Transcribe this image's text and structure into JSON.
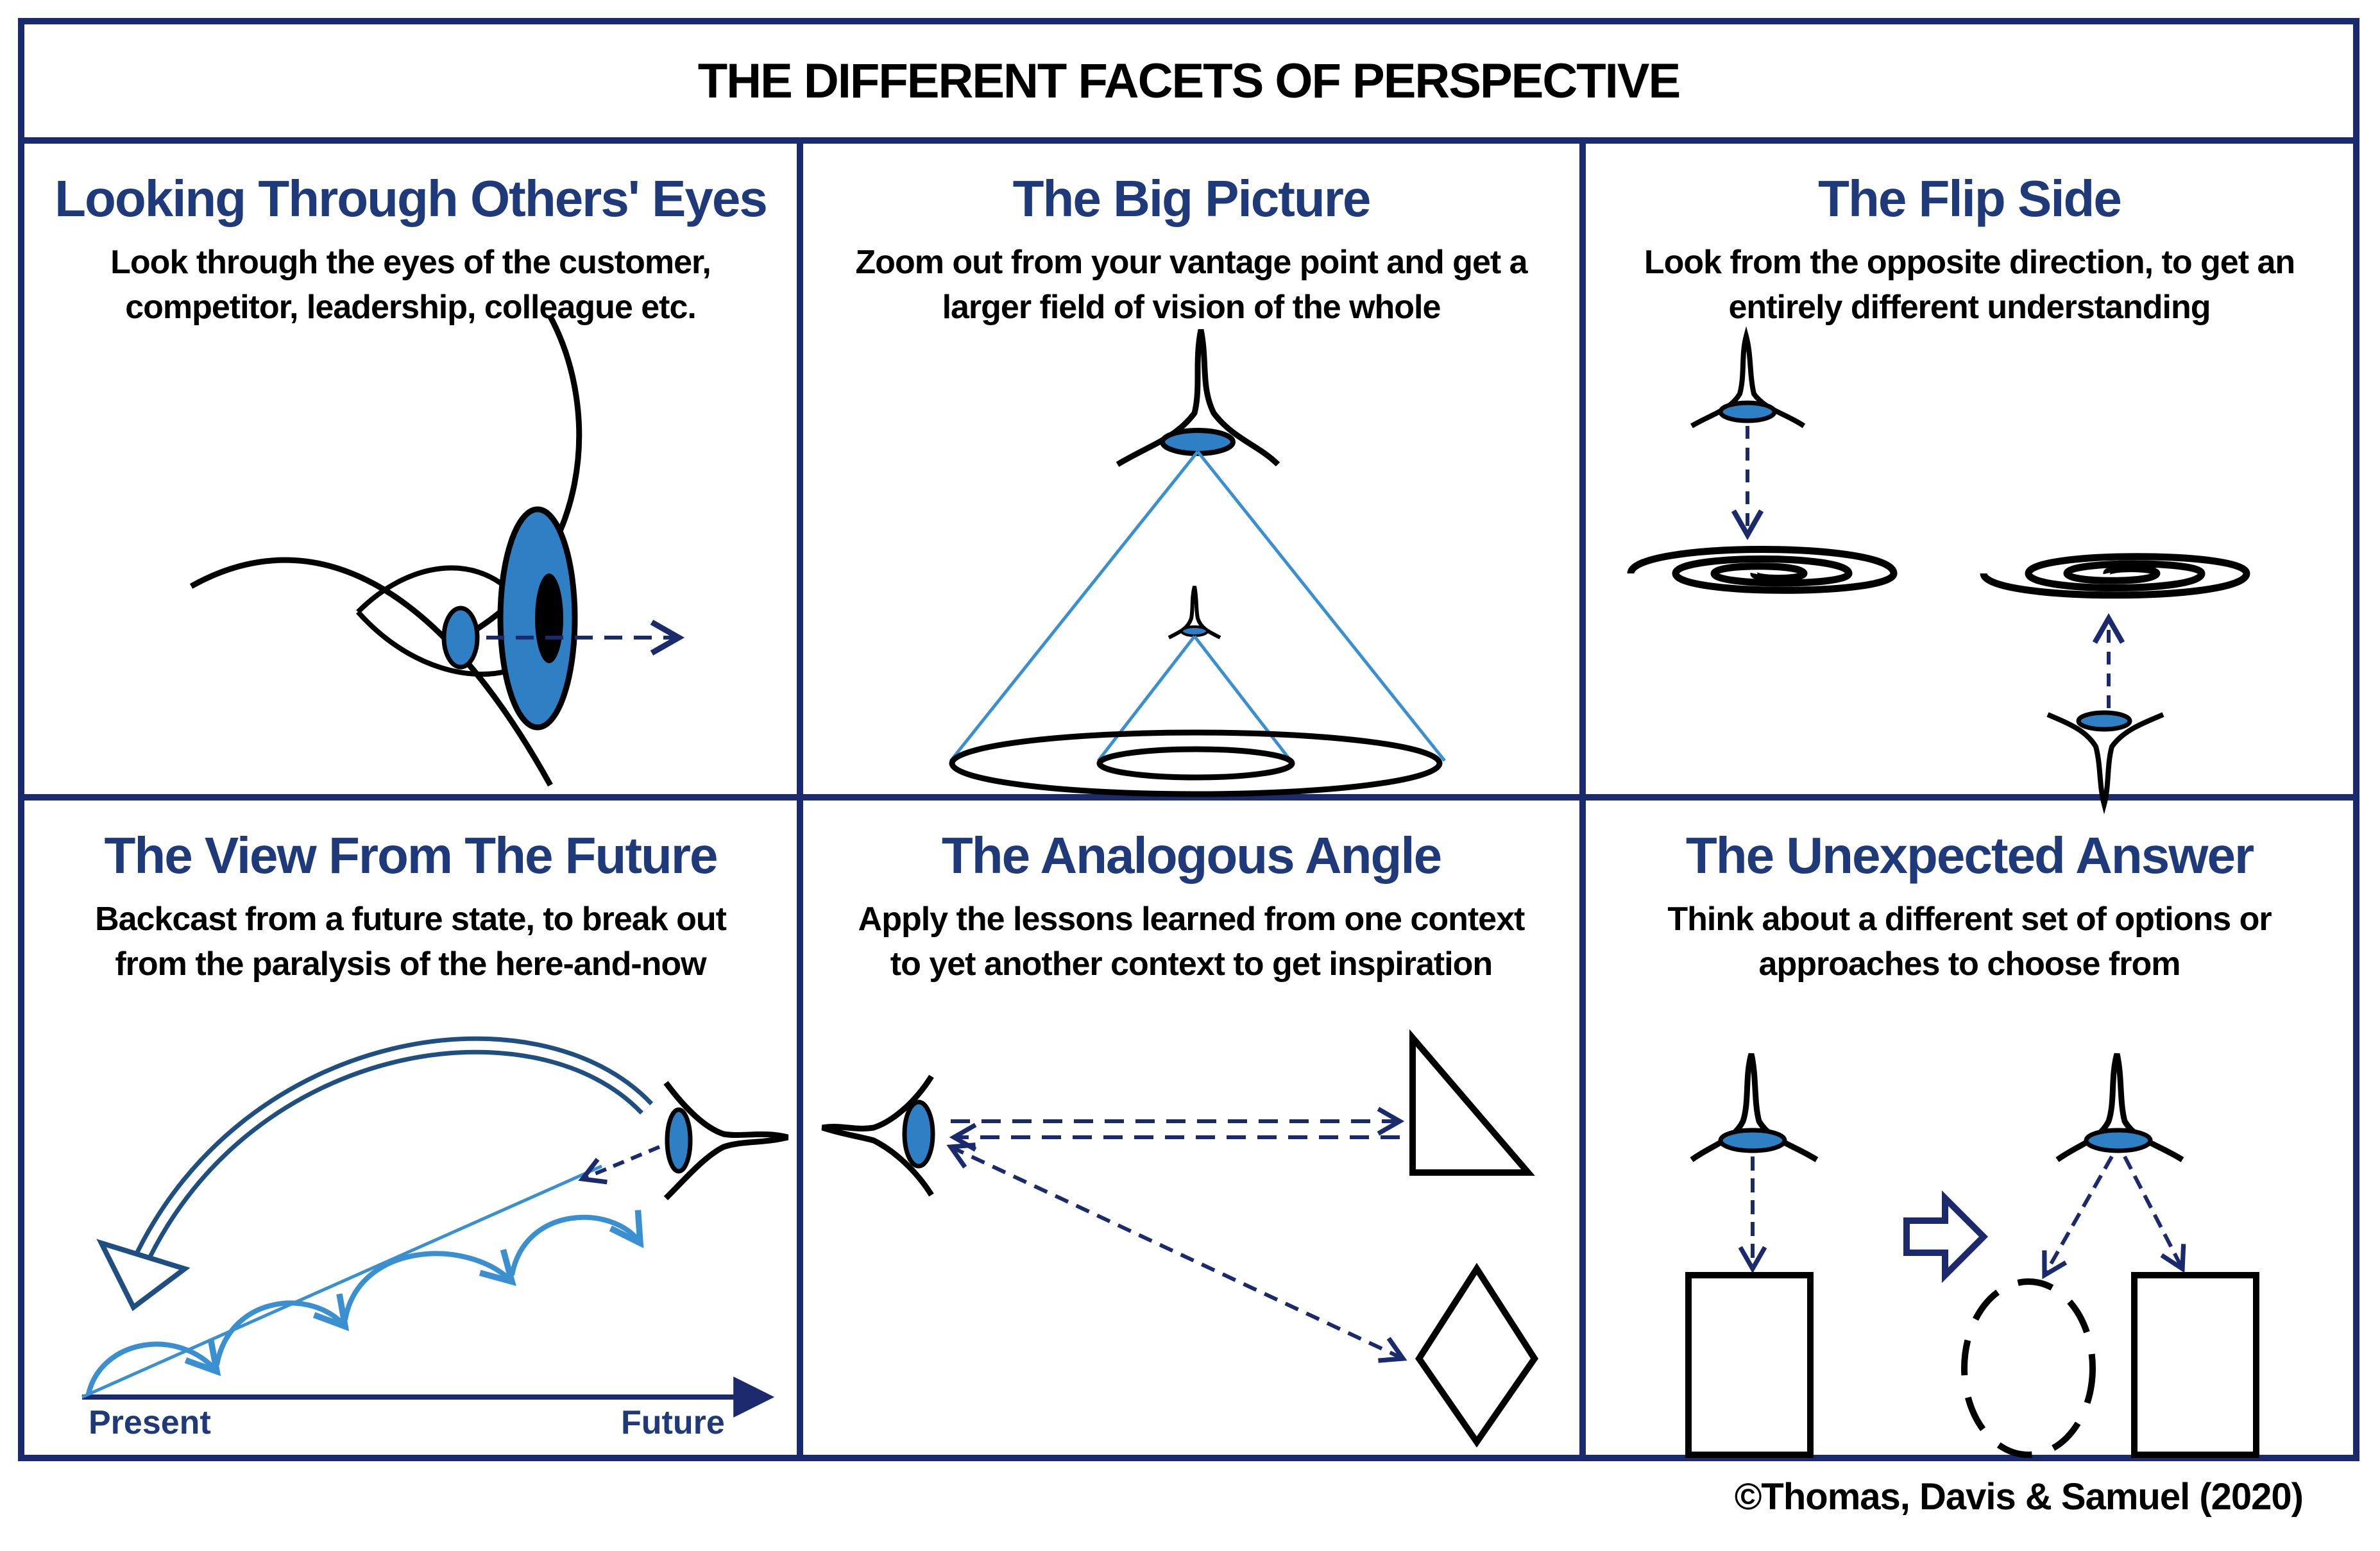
{
  "title": "THE DIFFERENT FACETS OF PERSPECTIVE",
  "copyright": "©Thomas, Davis & Samuel (2020)",
  "colors": {
    "border": "#1a2a6c",
    "title_blue": "#1f3a7a",
    "eye_blue": "#2e7fc4",
    "line_blue": "#3a8fd0"
  },
  "cells": [
    {
      "title": "Looking Through Others' Eyes",
      "desc_line1": "Look through the eyes of the customer,",
      "desc_line2": "competitor, leadership, colleague etc."
    },
    {
      "title": "The Big Picture",
      "desc_line1": "Zoom out from your vantage point and get a",
      "desc_line2": "larger field of vision of the whole"
    },
    {
      "title": "The Flip Side",
      "desc_line1": "Look from the opposite direction, to get an",
      "desc_line2": "entirely different understanding"
    },
    {
      "title": "The View From The Future",
      "desc_line1": "Backcast from a  future state, to break out",
      "desc_line2": "from the paralysis of the here-and-now",
      "axis_start": "Present",
      "axis_end": "Future"
    },
    {
      "title": "The Analogous Angle",
      "desc_line1": "Apply the lessons learned from one context",
      "desc_line2": "to yet another context to get inspiration"
    },
    {
      "title": "The Unexpected Answer",
      "desc_line1": "Think about a different set of options or",
      "desc_line2": "approaches to choose from"
    }
  ]
}
